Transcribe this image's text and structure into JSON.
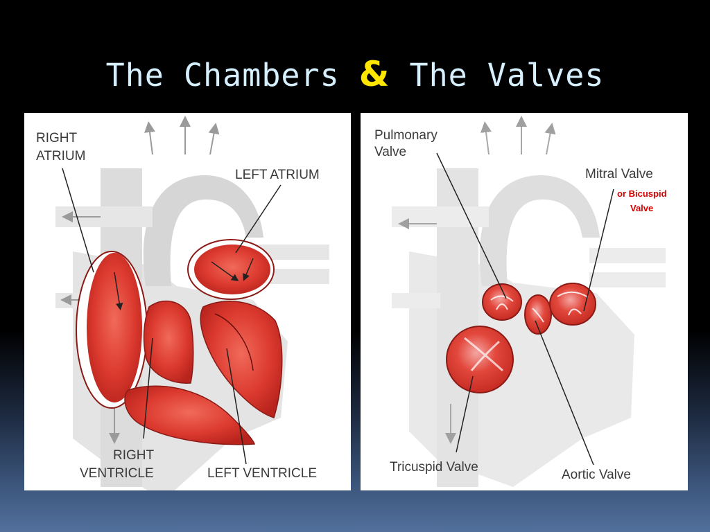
{
  "title": {
    "part1": "The Chambers ",
    "amp": "&",
    "part2": " The Valves"
  },
  "colors": {
    "title": "#d6f0ff",
    "ampersand": "#ffe600",
    "chamber_fill": "#d9312b",
    "outline": "#8a1a16",
    "note": "#d40000"
  },
  "left_panel": {
    "labels": {
      "right_atrium_1": "RIGHT",
      "right_atrium_2": "ATRIUM",
      "left_atrium": "LEFT ATRIUM",
      "right_ventricle_1": "RIGHT",
      "right_ventricle_2": "VENTRICLE",
      "left_ventricle": "LEFT VENTRICLE"
    }
  },
  "right_panel": {
    "labels": {
      "pulmonary_1": "Pulmonary",
      "pulmonary_2": "Valve",
      "mitral": "Mitral Valve",
      "bicuspid_1": "or Bicuspid",
      "bicuspid_2": "Valve",
      "tricuspid": "Tricuspid Valve",
      "aortic": "Aortic Valve"
    }
  }
}
